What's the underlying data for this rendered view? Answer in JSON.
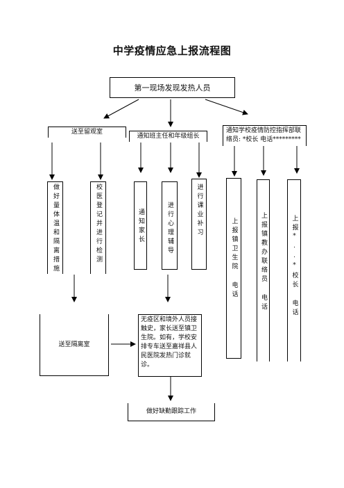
{
  "title": "中学疫情应急上报流程图",
  "start": "第一现场发现发热人员",
  "group1_head": "送至留观室",
  "group2_head": "通知班主任和年级组长",
  "group3_head": "通知学校疫情防控指挥部联络员: *校长 电话*********",
  "col_a": "做好量体温和隔离措施",
  "col_b": "校医登记并进行检测",
  "col_c": "通知家长",
  "col_d": "进行心理辅导",
  "col_e": "进行课业补习",
  "col_f": "上报镇卫生院 电话",
  "col_g": "上报镇教办联络员 电话",
  "col_h": "上报*..*校长 电话",
  "isolation": "送至隔离室",
  "contact_info": "无疫区和境外人员接触史，家长送至镇卫生院。如有，学校安排专车送至嘉祥县人民医院发热门诊就诊。",
  "final": "做好缺勤跟踪工作"
}
